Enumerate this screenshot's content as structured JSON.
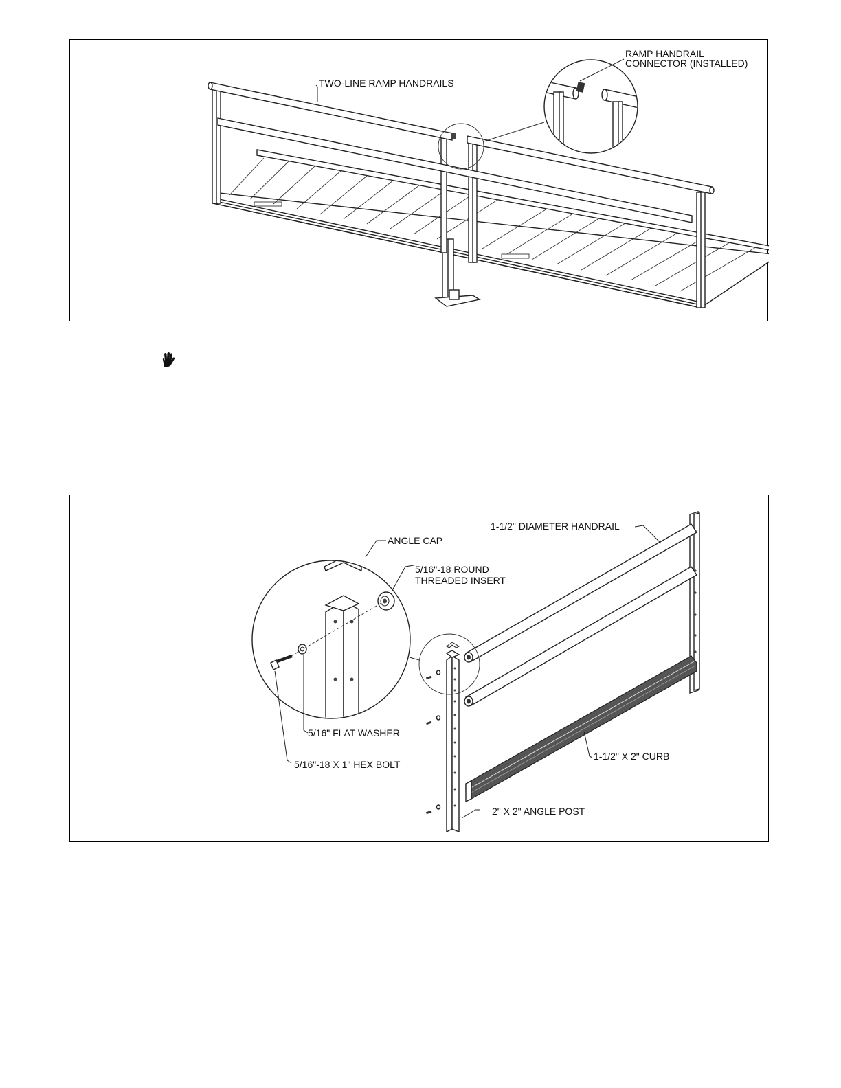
{
  "figure1": {
    "labels": {
      "handrails": "TWO-LINE RAMP HANDRAILS",
      "connector_line1": "RAMP HANDRAIL",
      "connector_line2": "CONNECTOR (INSTALLED)"
    }
  },
  "figure2": {
    "labels": {
      "angle_cap": "ANGLE CAP",
      "insert_line1": "5/16\"-18 ROUND",
      "insert_line2": "THREADED INSERT",
      "handrail": "1-1/2\" DIAMETER HANDRAIL",
      "washer": "5/16\" FLAT WASHER",
      "hex_bolt": "5/16\"-18 X 1\" HEX BOLT",
      "curb": "1-1/2\" X 2\" CURB",
      "angle_post": "2\" X 2\" ANGLE POST"
    }
  },
  "icons": {
    "caution": "hand-icon"
  }
}
